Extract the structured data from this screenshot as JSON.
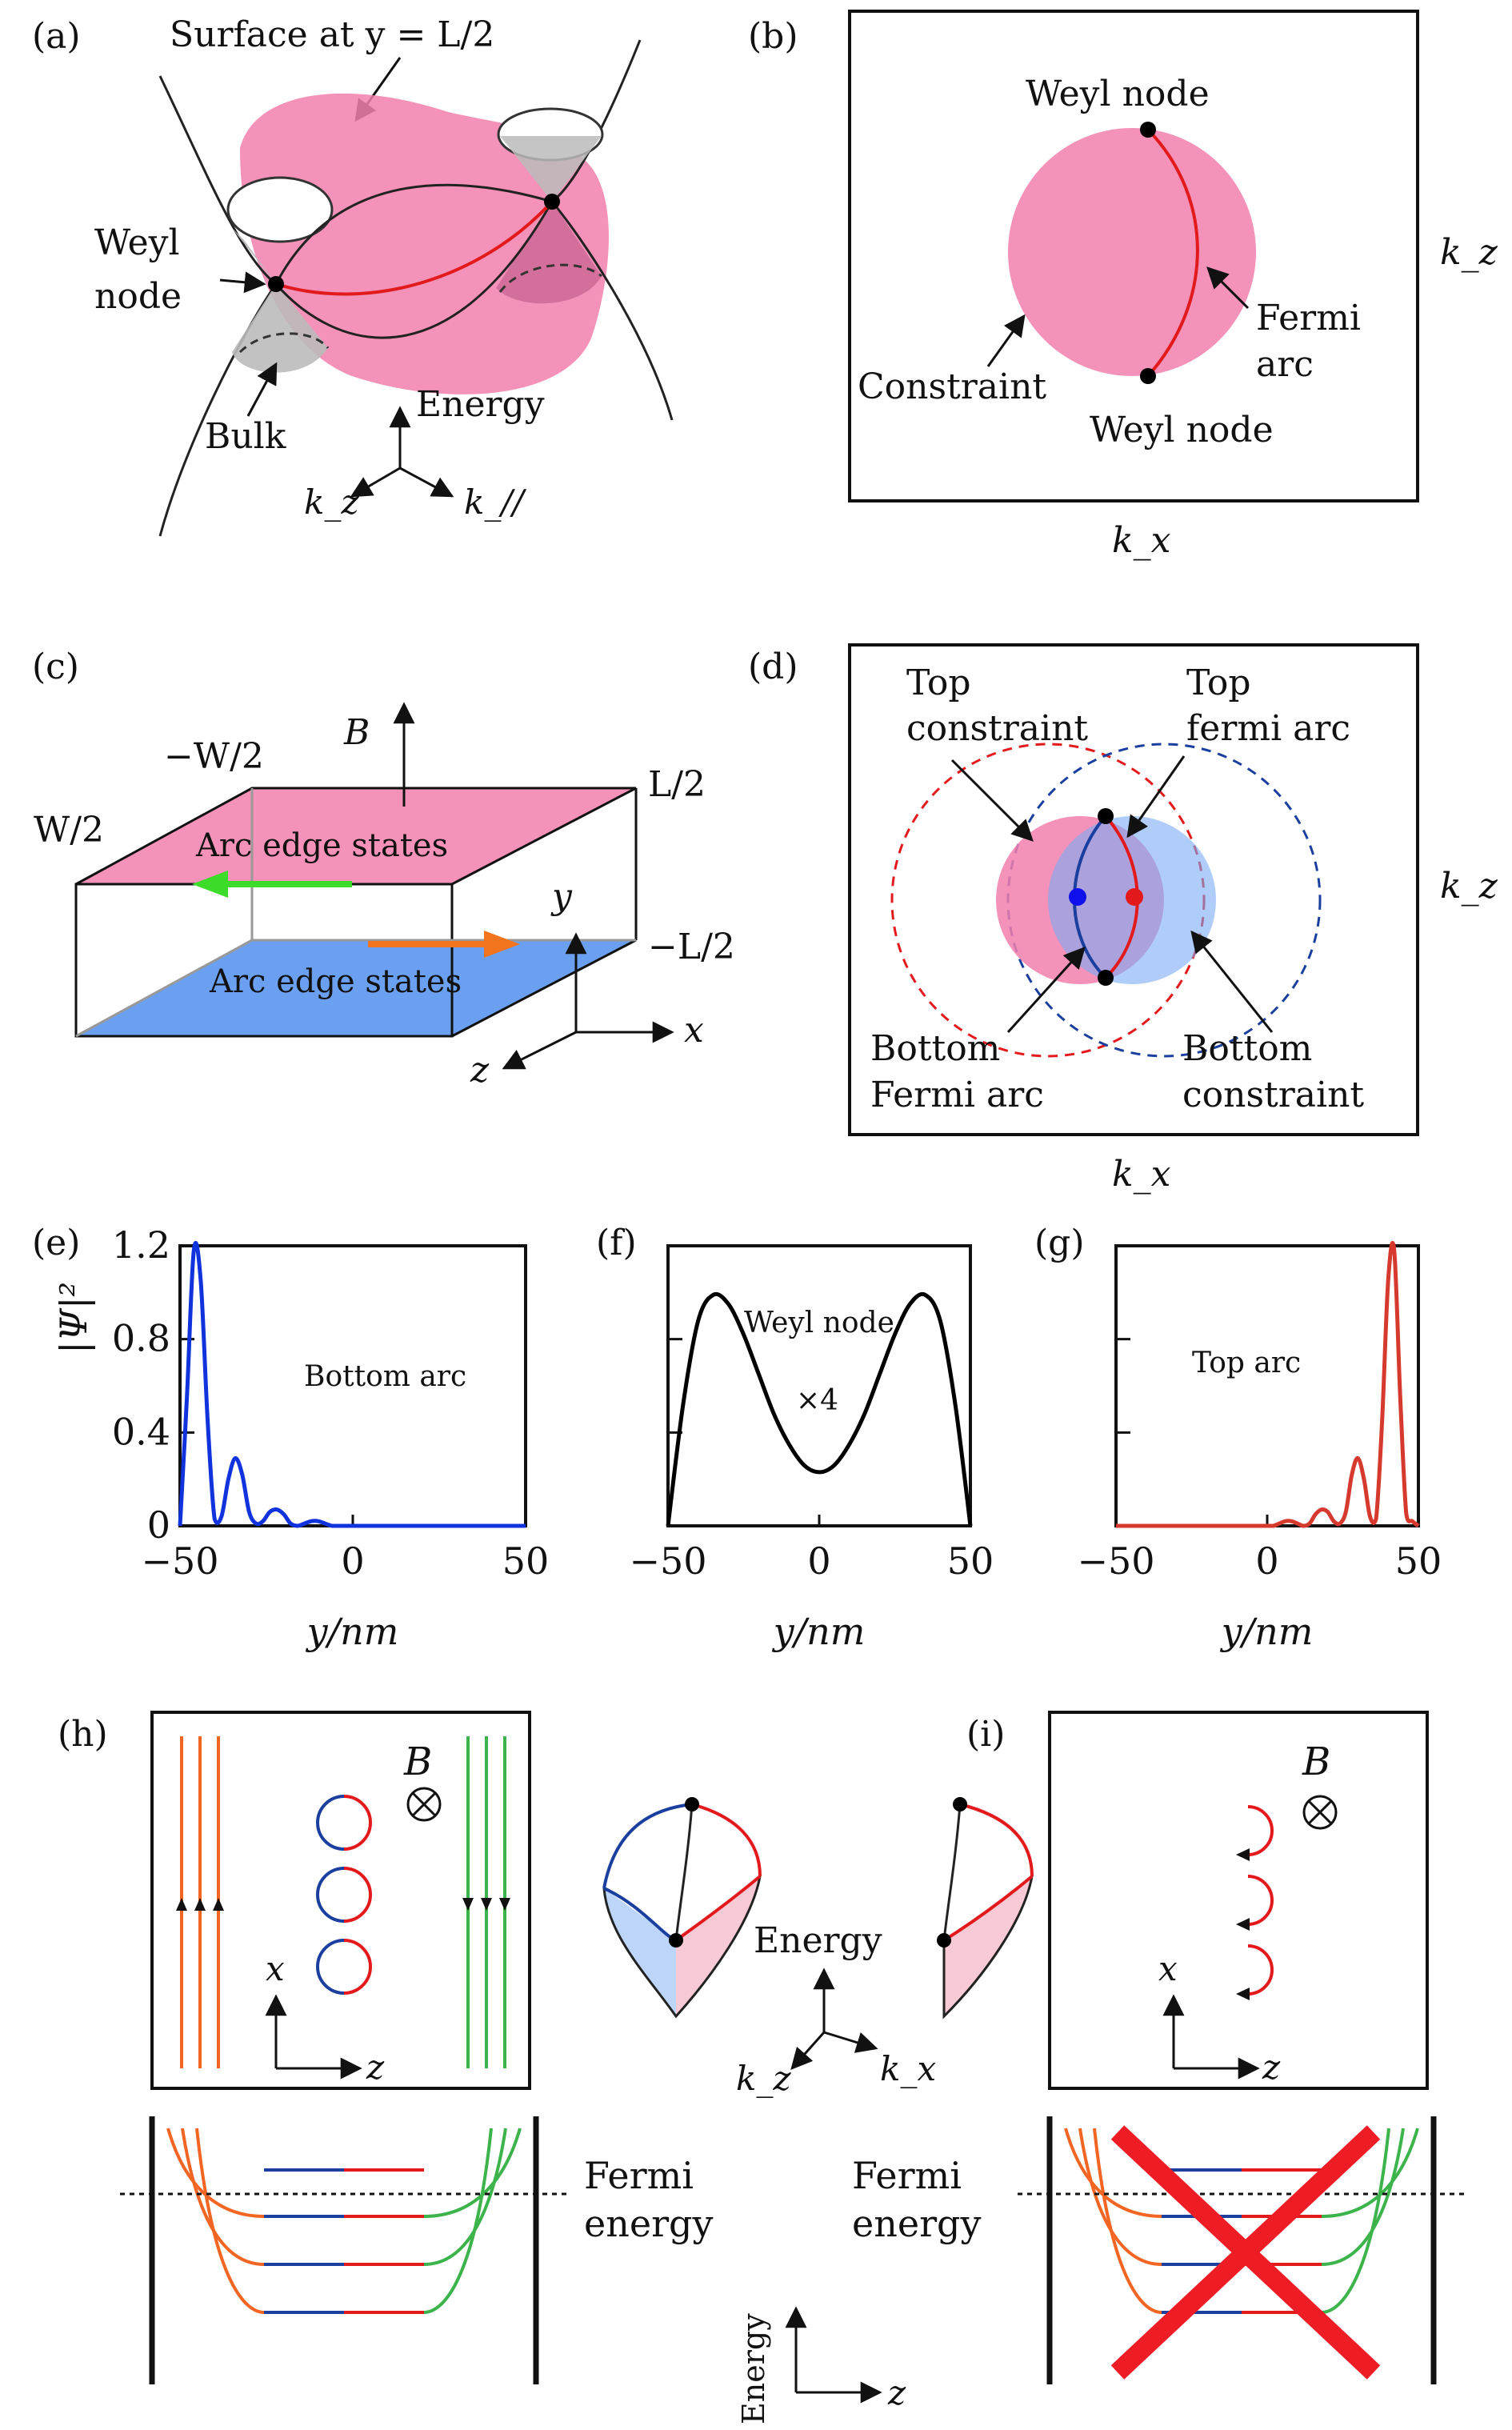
{
  "colors": {
    "pink": "#f27fae",
    "blue": "#7aacf4",
    "red": "#e31a1c",
    "dark_blue": "#1b3f9e",
    "orange": "#f26522",
    "green": "#3cb44b",
    "plot_blue": "#1133dd",
    "plot_red": "#d63a2e"
  },
  "panels": {
    "a": {
      "tag": "(a)",
      "surface_label": "Surface at y = L/2",
      "weyl_node_label_1": "Weyl",
      "weyl_node_label_2": "node",
      "bulk_label": "Bulk",
      "energy_label": "Energy",
      "axis_kz": "k_z",
      "axis_kpar": "k_//"
    },
    "b": {
      "tag": "(b)",
      "weyl_node_top": "Weyl node",
      "weyl_node_bottom": "Weyl node",
      "fermi_arc_1": "Fermi",
      "fermi_arc_2": "arc",
      "constraint": "Constraint",
      "axis_kz": "k_z",
      "axis_kx": "k_x"
    },
    "c": {
      "tag": "(c)",
      "minus_w2": "−W/2",
      "w2": "W/2",
      "b_label": "B",
      "l2": "L/2",
      "minus_l2": "−L/2",
      "arc_top": "Arc edge states",
      "arc_bottom": "Arc edge states",
      "axis_y": "y",
      "axis_x": "x",
      "axis_z": "z"
    },
    "d": {
      "tag": "(d)",
      "top_constraint_1": "Top",
      "top_constraint_2": "constraint",
      "top_arc_1": "Top",
      "top_arc_2": "fermi arc",
      "bottom_arc_1": "Bottom",
      "bottom_arc_2": "Fermi arc",
      "bottom_constraint_1": "Bottom",
      "bottom_constraint_2": "constraint",
      "axis_kz": "k_z",
      "axis_kx": "k_x"
    },
    "h": {
      "tag": "(h)",
      "b_label": "B",
      "axis_x": "x",
      "axis_z": "z",
      "energy_label": "Energy",
      "axis_kz": "k_z",
      "axis_kx": "k_x",
      "fermi_1": "Fermi",
      "fermi_2": "energy"
    },
    "i": {
      "tag": "(i)",
      "b_label": "B",
      "axis_x": "x",
      "axis_z": "z",
      "fermi_1": "Fermi",
      "fermi_2": "energy"
    },
    "bottom_axes": {
      "energy": "Energy",
      "z": "z"
    }
  },
  "chart_data": [
    {
      "panel": "(e)",
      "type": "line",
      "ylabel": "|Ψ|²",
      "xlabel": "y/nm",
      "xlim": [
        -50,
        50
      ],
      "ylim": [
        0,
        1.2
      ],
      "xticks": [
        "−50",
        "0",
        "50"
      ],
      "yticks": [
        "0",
        "0.4",
        "0.8",
        "1.2"
      ],
      "annotation": "Bottom arc",
      "color": "#1133dd",
      "x": [
        -50,
        -48,
        -46,
        -44,
        -42,
        -40,
        -38,
        -36,
        -34,
        -32,
        -30,
        -28,
        -26,
        -24,
        -22,
        -20,
        -18,
        -16,
        -14,
        -12,
        -10,
        -8,
        -6,
        -4,
        -2,
        0,
        10,
        20,
        30,
        40,
        50
      ],
      "y": [
        0,
        0.55,
        1.18,
        1.05,
        0.45,
        0.03,
        0.04,
        0.2,
        0.29,
        0.22,
        0.06,
        0.01,
        0.02,
        0.06,
        0.07,
        0.05,
        0.01,
        0.0,
        0.01,
        0.02,
        0.02,
        0.01,
        0.0,
        0.0,
        0.0,
        0.0,
        0.0,
        0.0,
        0.0,
        0.0,
        0.0
      ]
    },
    {
      "panel": "(f)",
      "type": "line",
      "xlabel": "y/nm",
      "xlim": [
        -50,
        50
      ],
      "ylim": [
        0,
        1.2
      ],
      "xticks": [
        "−50",
        "0",
        "50"
      ],
      "annotation": "Weyl node",
      "annotation_2": "×4",
      "color": "#000000",
      "x": [
        -50,
        -45,
        -40,
        -35,
        -30,
        -25,
        -20,
        -15,
        -10,
        -5,
        0,
        5,
        10,
        15,
        20,
        25,
        30,
        35,
        40,
        45,
        50
      ],
      "y": [
        0,
        0.52,
        0.88,
        0.99,
        0.95,
        0.82,
        0.65,
        0.48,
        0.35,
        0.26,
        0.23,
        0.26,
        0.35,
        0.48,
        0.65,
        0.82,
        0.95,
        0.99,
        0.88,
        0.52,
        0
      ]
    },
    {
      "panel": "(g)",
      "type": "line",
      "xlabel": "y/nm",
      "xlim": [
        -50,
        50
      ],
      "ylim": [
        0,
        1.2
      ],
      "xticks": [
        "−50",
        "0",
        "50"
      ],
      "annotation": "Top arc",
      "color": "#d63a2e",
      "x": [
        -50,
        -40,
        -30,
        -20,
        -10,
        0,
        2,
        4,
        6,
        8,
        10,
        12,
        14,
        16,
        18,
        20,
        22,
        24,
        26,
        28,
        30,
        32,
        34,
        36,
        38,
        40,
        42,
        44,
        46,
        48,
        50
      ],
      "y": [
        0,
        0,
        0,
        0,
        0,
        0,
        0.0,
        0.01,
        0.02,
        0.02,
        0.01,
        0.0,
        0.01,
        0.05,
        0.07,
        0.06,
        0.02,
        0.01,
        0.06,
        0.22,
        0.29,
        0.2,
        0.04,
        0.03,
        0.45,
        1.05,
        1.18,
        0.55,
        0.05,
        0.02,
        0
      ]
    }
  ]
}
